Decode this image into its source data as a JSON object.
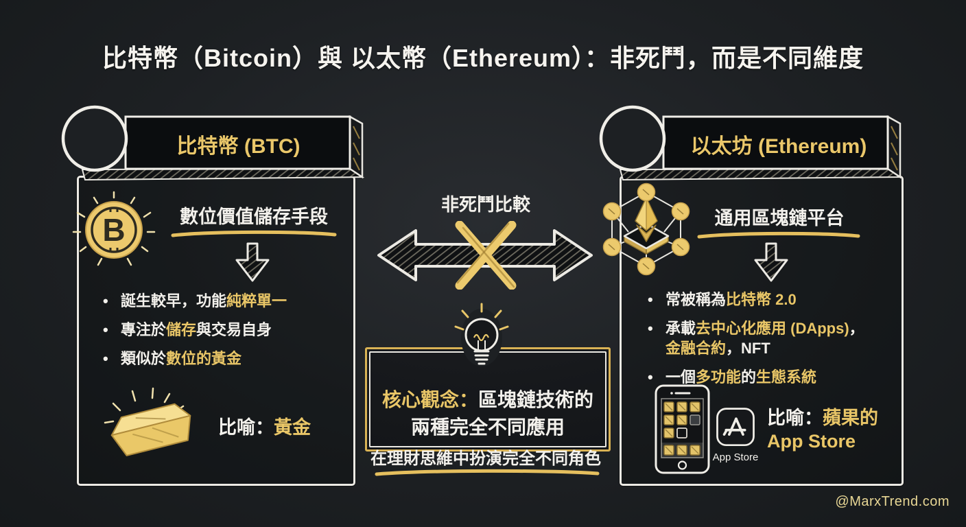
{
  "title": "比特幣（Bitcoin）與 以太幣（Ethereum）：非死鬥，而是不同維度",
  "accent_colors": {
    "gold": "#e9c667",
    "text": "#f3f1ec",
    "background": "#1d2023"
  },
  "left": {
    "header": "比特幣 (BTC)",
    "icon": "bitcoin-coin-icon",
    "subtitle": "數位價值儲存手段",
    "bullets": [
      [
        {
          "t": "誕生較早，功能",
          "gold": false
        },
        {
          "t": "純粹單一",
          "gold": true
        }
      ],
      [
        {
          "t": "專注於",
          "gold": false
        },
        {
          "t": "儲存",
          "gold": true
        },
        {
          "t": "與交易自身",
          "gold": false
        }
      ],
      [
        {
          "t": "類似於",
          "gold": false
        },
        {
          "t": "數位的黃金",
          "gold": true
        }
      ]
    ],
    "analogy_label": "比喻：",
    "analogy_value": "黃金",
    "analogy_icon": "gold-bar-icon"
  },
  "center": {
    "title": "非死鬥比較",
    "arrow_icon": "double-arrow-crossed-icon",
    "bulb_icon": "lightbulb-icon",
    "core_label": "核心觀念：",
    "core_text1": "區塊鏈技術的",
    "core_text2": "兩種完全不同應用",
    "footnote": "在理財思維中扮演完全不同角色"
  },
  "right": {
    "header": "以太坊 (Ethereum)",
    "icon": "ethereum-network-icon",
    "subtitle": "通用區塊鏈平台",
    "bullets": [
      [
        {
          "t": "常被稱為",
          "gold": false
        },
        {
          "t": "比特幣 2.0",
          "gold": true
        }
      ],
      [
        {
          "t": "承載",
          "gold": false
        },
        {
          "t": "去中心化應用 (DApps)",
          "gold": true
        },
        {
          "t": "，",
          "gold": false
        },
        {
          "t": "金融合約",
          "gold": true
        },
        {
          "t": "，NFT",
          "gold": false
        }
      ],
      [
        {
          "t": "一個",
          "gold": false
        },
        {
          "t": "多功能",
          "gold": true
        },
        {
          "t": "的",
          "gold": false
        },
        {
          "t": "生態系統",
          "gold": true
        }
      ]
    ],
    "analogy_label": "比喻：",
    "analogy_value_line1": "蘋果的",
    "analogy_value_line2": "App Store",
    "appstore_label": "App Store",
    "phone_icon": "smartphone-icon",
    "appstore_icon": "app-store-icon"
  },
  "watermark": "@MarxTrend.com"
}
